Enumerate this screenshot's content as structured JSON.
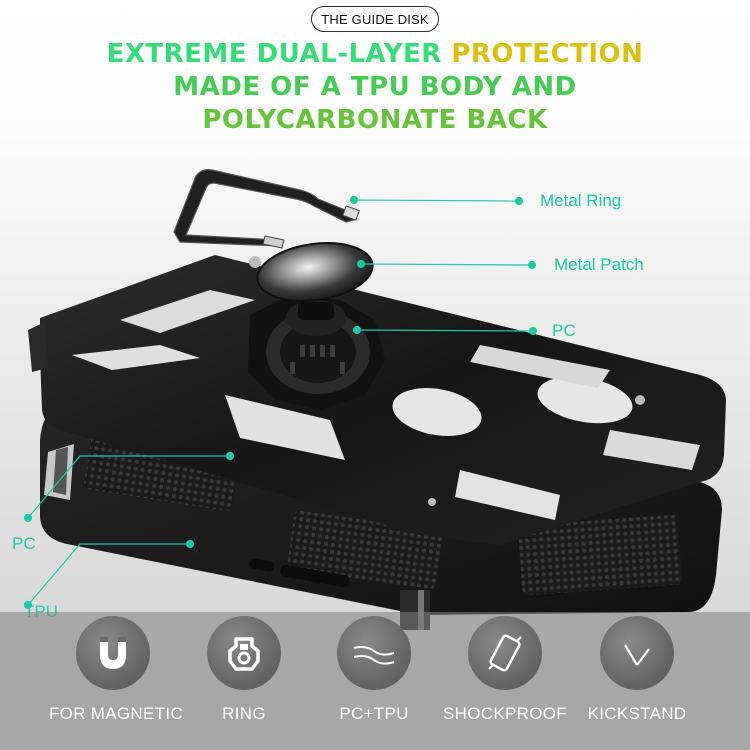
{
  "badge": {
    "text": "THE GUIDE DISK"
  },
  "headline": {
    "line1_a": "EXTREME DUAL-LAYER ",
    "line1_b": "PROTECTION",
    "line2": "MADE OF A TPU BODY AND",
    "line3": "POLYCARBONATE BACK"
  },
  "callouts": {
    "metal_ring": "Metal Ring",
    "metal_patch": "Metal Patch",
    "pc_upper": "PC",
    "pc_lower": "PC",
    "tpu": "TPU"
  },
  "features": [
    {
      "label": "FOR MAGNETIC",
      "icon": "magnet-icon"
    },
    {
      "label": "RING",
      "icon": "ring-holder-icon"
    },
    {
      "label": "PC+TPU",
      "icon": "layers-icon"
    },
    {
      "label": "SHOCKPROOF",
      "icon": "phone-shock-icon"
    },
    {
      "label": "KICKSTAND",
      "icon": "kickstand-icon"
    }
  ],
  "colors": {
    "callout": "#20c9a6",
    "headline_green": "#33dd77",
    "headline_yellow": "#d9c20e",
    "case_black": "#1a1a1a"
  }
}
